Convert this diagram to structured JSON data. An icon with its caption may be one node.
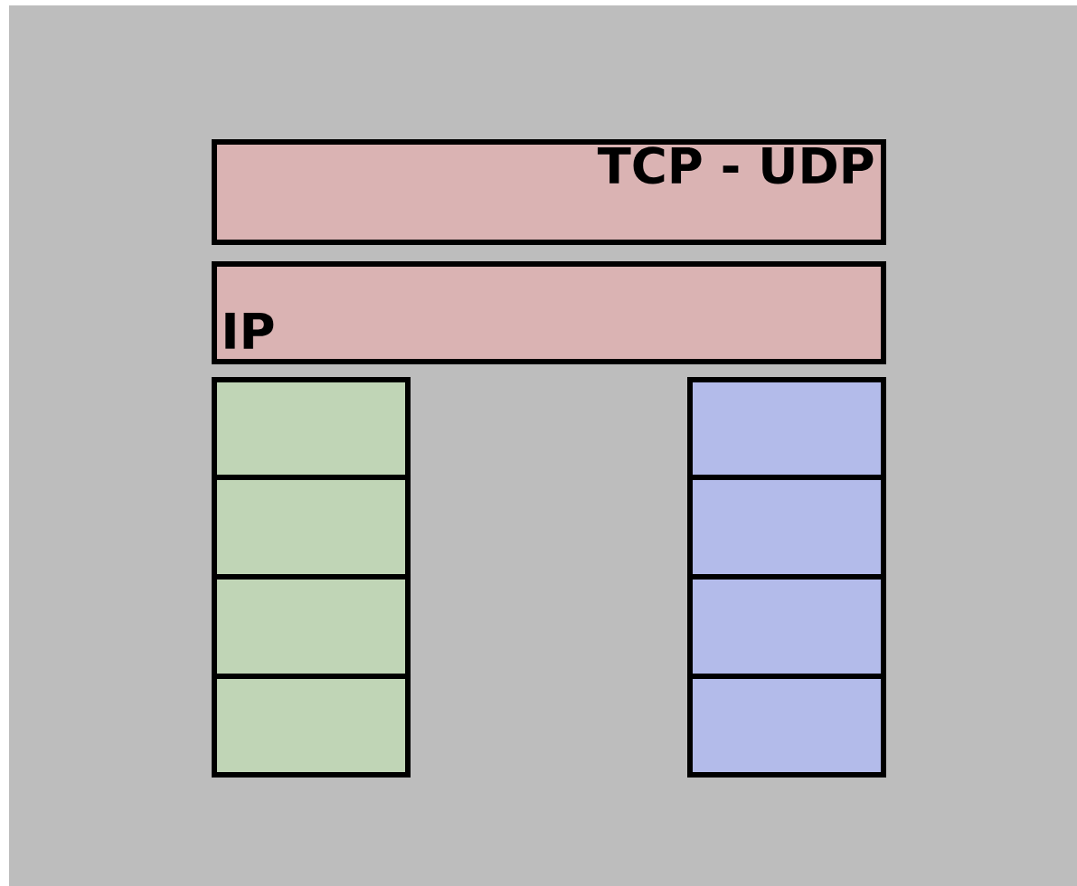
{
  "diagram": {
    "nodes": [
      {
        "text": [
          "TCP - UDP"
        ]
      },
      {
        "text": [
          "IP"
        ]
      },
      {
        "text": [],
        "shape": "box"
      },
      {
        "text": [],
        "shape": "box"
      },
      {
        "text": [],
        "shape": "box"
      },
      {
        "text": [],
        "shape": "box"
      },
      {
        "text": [],
        "shape": "box"
      },
      {
        "text": [],
        "shape": "box"
      },
      {
        "text": [],
        "shape": "box"
      },
      {
        "text": [],
        "shape": "box"
      }
    ]
  }
}
